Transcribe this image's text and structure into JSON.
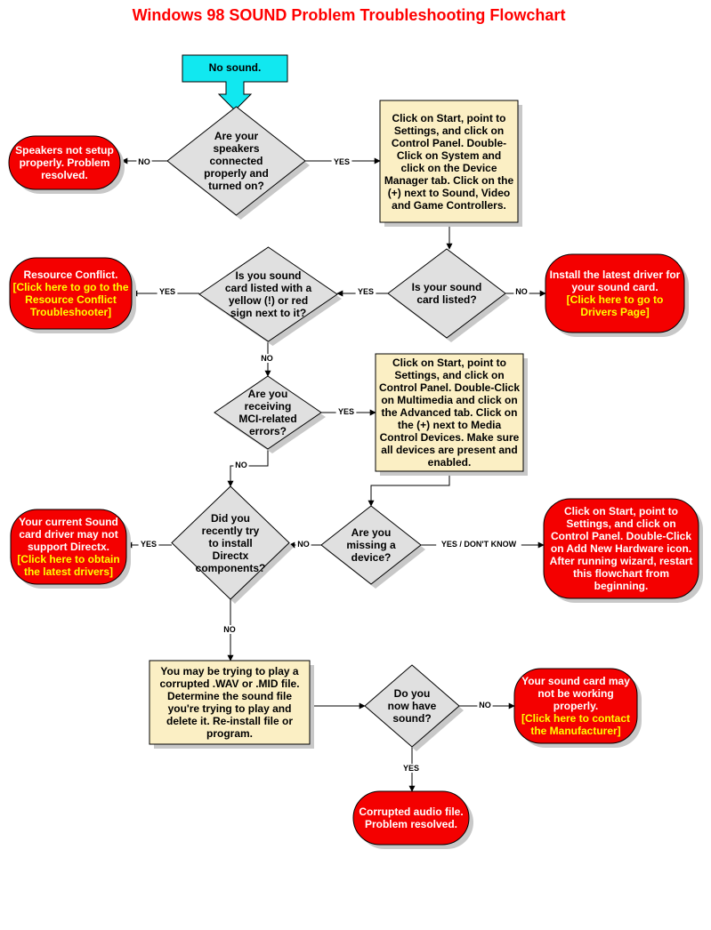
{
  "title": "Windows 98 SOUND Problem Troubleshooting Flowchart",
  "colors": {
    "start": "#11e8f0",
    "decision": "#e0e0e0",
    "process": "#fbefc4",
    "terminal": "#f40000",
    "link": "#ffff00",
    "title": "#ff0000",
    "shadow": "#c8c8c8"
  },
  "nodes": {
    "start": {
      "text": "No sound."
    },
    "q_speakers": {
      "text": "Are your speakers connected properly and turned on?"
    },
    "t_speakers": {
      "text": "Speakers not setup properly.  Problem resolved."
    },
    "p_device_manager": {
      "text": "Click on Start, point to Settings, and click on Control Panel.  Double-Click on System and click on the Device Manager tab.  Click on the (+) next to Sound, Video and Game Controllers."
    },
    "q_card_listed": {
      "text": "Is your sound card listed?"
    },
    "t_install_driver": {
      "text": "Install the latest driver for your sound card.",
      "link": "[Click here to go to Drivers Page]"
    },
    "q_yellow_sign": {
      "text": "Is you sound card listed with a yellow (!) or red sign next to it?"
    },
    "t_resource_conflict": {
      "text": "Resource Conflict.",
      "link": "[Click here to go to the Resource Conflict Troubleshooter]"
    },
    "q_mci": {
      "text": "Are you receiving MCI-related errors?"
    },
    "p_multimedia": {
      "text": "Click on Start, point to Settings, and click on Control Panel.  Double-Click on Multimedia and click on the Advanced tab.  Click on the (+) next to Media Control Devices.  Make sure all devices are present and enabled."
    },
    "q_missing_device": {
      "text": "Are you missing a device?"
    },
    "t_add_hardware": {
      "text": "Click on Start, point to Settings, and click on Control Panel.  Double-Click on Add New Hardware icon.  After running wizard, restart this flowchart from beginning."
    },
    "q_directx": {
      "text": "Did you recently try to install Directx components?"
    },
    "t_directx_driver": {
      "text": "Your current Sound card driver may not support Directx.",
      "link": "[Click here to obtain the latest drivers]"
    },
    "p_corrupted": {
      "text": "You may be trying to play a corrupted .WAV or .MID file.  Determine the sound file you're trying to play and delete it.  Re-install file or program."
    },
    "q_have_sound": {
      "text": "Do you now have sound?"
    },
    "t_card_not_working": {
      "text": "Your sound card may not be working properly.",
      "link": "[Click here to contact the Manufacturer]"
    },
    "t_corrupted_resolved": {
      "text": "Corrupted audio file.  Problem resolved."
    }
  },
  "edges": [
    {
      "from": "start",
      "to": "q_speakers",
      "label": ""
    },
    {
      "from": "q_speakers",
      "to": "t_speakers",
      "label": "NO"
    },
    {
      "from": "q_speakers",
      "to": "p_device_manager",
      "label": "YES"
    },
    {
      "from": "p_device_manager",
      "to": "q_card_listed",
      "label": ""
    },
    {
      "from": "q_card_listed",
      "to": "t_install_driver",
      "label": "NO"
    },
    {
      "from": "q_card_listed",
      "to": "q_yellow_sign",
      "label": "YES"
    },
    {
      "from": "q_yellow_sign",
      "to": "t_resource_conflict",
      "label": "YES"
    },
    {
      "from": "q_yellow_sign",
      "to": "q_mci",
      "label": "NO"
    },
    {
      "from": "q_mci",
      "to": "p_multimedia",
      "label": "YES"
    },
    {
      "from": "q_mci",
      "to": "q_directx",
      "label": "NO"
    },
    {
      "from": "p_multimedia",
      "to": "q_missing_device",
      "label": ""
    },
    {
      "from": "q_missing_device",
      "to": "t_add_hardware",
      "label": "YES / DON'T KNOW"
    },
    {
      "from": "q_missing_device",
      "to": "q_directx",
      "label": "NO"
    },
    {
      "from": "q_directx",
      "to": "t_directx_driver",
      "label": "YES"
    },
    {
      "from": "q_directx",
      "to": "p_corrupted",
      "label": "NO"
    },
    {
      "from": "p_corrupted",
      "to": "q_have_sound",
      "label": ""
    },
    {
      "from": "q_have_sound",
      "to": "t_card_not_working",
      "label": "NO"
    },
    {
      "from": "q_have_sound",
      "to": "t_corrupted_resolved",
      "label": "YES"
    }
  ]
}
